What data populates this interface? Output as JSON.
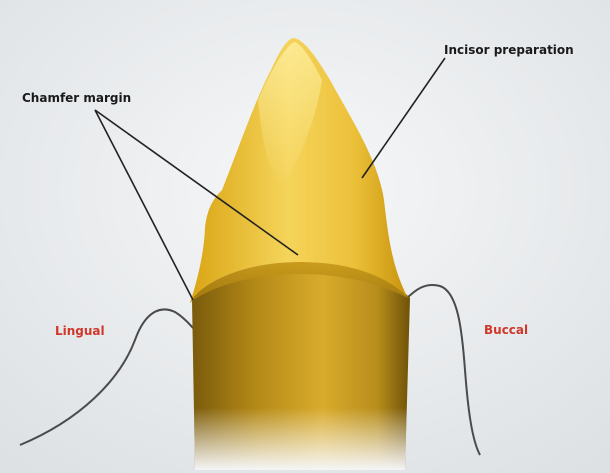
{
  "labels": {
    "chamfer_margin": "Chamfer margin",
    "incisor_preparation": "Incisor preparation",
    "lingual": "Lingual",
    "buccal": "Buccal"
  },
  "colors": {
    "background": "#e9ecee",
    "crown_light": "#f3cf4d",
    "crown_mid": "#e0ad18",
    "crown_dark": "#b98a0b",
    "root_light": "#d6a827",
    "root_dark": "#8a6a12",
    "gum_line": "#555555",
    "leader_line": "#222222",
    "side_label": "#d0382a"
  }
}
